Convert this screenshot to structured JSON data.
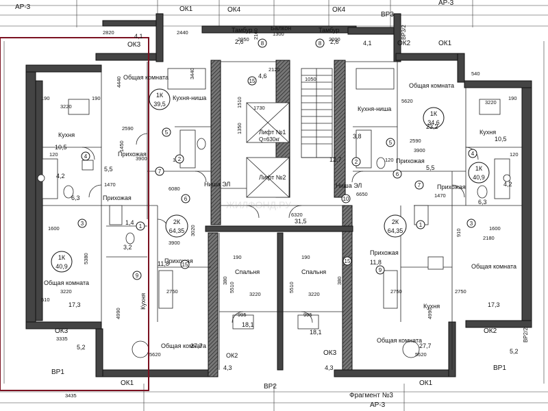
{
  "colors": {
    "wall": "#444444",
    "line": "#222222",
    "highlight": "#7a1020",
    "background": "#ffffff"
  },
  "axes": {
    "top_left": "АР-3",
    "top_right": "АР-3",
    "bottom_fragment": "Фрагмент №3",
    "bottom_fragment_ref": "АР-3"
  },
  "openings": {
    "ok1": "ОК1",
    "ok2": "ОК2",
    "ok3": "ОК3",
    "ok4": "ОК4",
    "vr1": "ВР1",
    "vr2": "ВР2",
    "vr3": "ВР3",
    "vr2_2": "ВР2/2",
    "vr3_2": "ВР3/2"
  },
  "rooms": {
    "obshchaya": "Общая комната",
    "kukhnya": "Кухня",
    "kukhnya_nisha": "Кухня-ниша",
    "prikhozhaya": "Прихожая",
    "spalnya": "Спальня",
    "tambur": "Тамбур",
    "balkon": "Балкон",
    "lift1": "Лифт №1",
    "lift2": "Лифт №2",
    "nisha_el": "Ниша ЭЛ",
    "lift_q": "Q=630кг"
  },
  "apartments": [
    {
      "type": "1К",
      "area": "39,5"
    },
    {
      "type": "1К",
      "area": "34,6"
    },
    {
      "type": "1К",
      "area": "40,9"
    },
    {
      "type": "1К",
      "area": "40,9"
    },
    {
      "type": "2К",
      "area": "64,35"
    },
    {
      "type": "2К",
      "area": "64,35"
    }
  ],
  "areas": {
    "a10_5": "10,5",
    "a4_2": "4,2",
    "a6_3": "6,3",
    "a1_4": "1,4",
    "a3_2": "3,2",
    "a17_3": "17,3",
    "a11_8": "11,8",
    "a27_7": "27,7",
    "a18_1": "18,1",
    "a18_2": "18,1",
    "a31_5": "31,5",
    "a4_6": "4,6",
    "a2_6": "2,6",
    "a4_1": "4,1",
    "a5_5": "5,5",
    "a23_2": "23,2",
    "a3_8": "3,8",
    "a12_7": "12,7",
    "a5_2": "5,2",
    "a4_3": "4,3"
  },
  "dims": {
    "d2820": "2820",
    "d2440": "2440",
    "d4440": "4440",
    "d3220": "3220",
    "d2590": "2590",
    "d1600": "1600",
    "d3900": "3900",
    "d3440": "3440",
    "d6080": "6080",
    "d6320": "6320",
    "d3435": "3435",
    "d3335": "3335",
    "d5620": "5620",
    "d4990": "4990",
    "d2750": "2750",
    "d380": "380",
    "d1350": "1350",
    "d1510": "1510",
    "d2120": "2120",
    "d1050": "1050",
    "d1730": "1730",
    "d995": "995",
    "d2180": "2180",
    "d5510": "5510",
    "d2160": "2160",
    "d2050": "2050",
    "d2000": "2000",
    "d1300": "1300",
    "d5380": "5380",
    "d3020": "3020",
    "d6650": "6650",
    "d1470": "1470",
    "d1450": "1450",
    "d190": "190",
    "d120": "120",
    "d510": "510",
    "d540": "540",
    "d910": "910"
  },
  "markers": {
    "m1": "1",
    "m2": "2",
    "m3": "3",
    "m4": "4",
    "m5": "5",
    "m6": "6",
    "m7": "7",
    "m8": "8",
    "m9": "9",
    "m10": "10",
    "m15": "15"
  },
  "watermark": "ЖИЛФОНД.РУ"
}
